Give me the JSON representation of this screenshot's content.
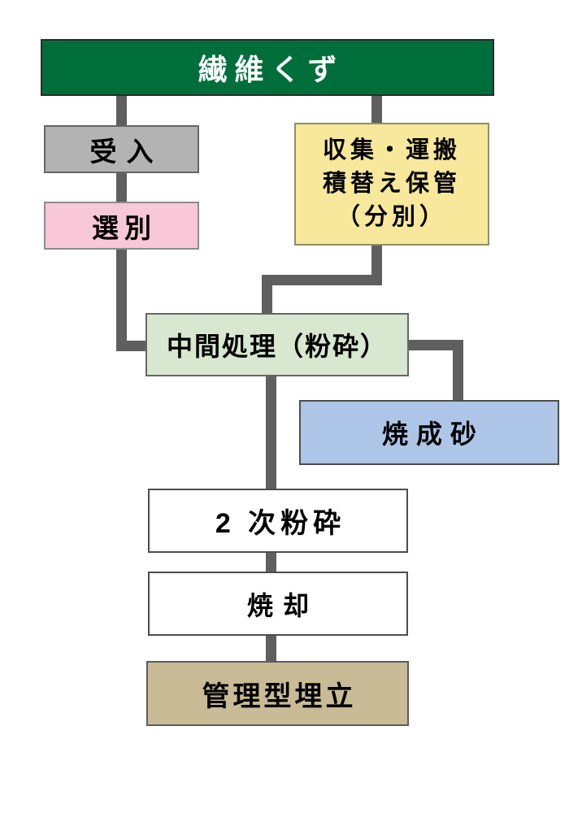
{
  "diagram": {
    "connector_color": "#5f5f5f",
    "nodes": {
      "fiber_waste": {
        "label": "繊維くず",
        "bg": "#006e3a",
        "text_color": "#ffffff"
      },
      "receiving": {
        "label": "受入",
        "bg": "#b3b3b3",
        "text_color": "#000000"
      },
      "sorting": {
        "label": "選別",
        "bg": "#f8c8d8",
        "text_color": "#000000"
      },
      "collection": {
        "lines": {
          "0": "収集・運搬",
          "1": "積替え保管",
          "2": "（分別）"
        },
        "bg": "#f7e89b",
        "text_color": "#000000"
      },
      "intermediate": {
        "label": "中間処理（粉砕）",
        "bg": "#d8e8d0",
        "text_color": "#000000"
      },
      "fired_sand": {
        "label": "焼成砂",
        "bg": "#adc6e8",
        "text_color": "#000000"
      },
      "secondary_crushing": {
        "label": "2 次粉砕",
        "bg": "#ffffff",
        "text_color": "#000000"
      },
      "incineration": {
        "label": "焼却",
        "bg": "#ffffff",
        "text_color": "#000000"
      },
      "controlled_landfill": {
        "label": "管理型埋立",
        "bg": "#c9bb95",
        "text_color": "#000000"
      }
    },
    "edges": [
      {
        "from": "fiber_waste",
        "to": "receiving"
      },
      {
        "from": "receiving",
        "to": "sorting"
      },
      {
        "from": "sorting",
        "to": "intermediate"
      },
      {
        "from": "fiber_waste",
        "to": "collection"
      },
      {
        "from": "collection",
        "to": "intermediate"
      },
      {
        "from": "intermediate",
        "to": "fired_sand"
      },
      {
        "from": "intermediate",
        "to": "secondary_crushing"
      },
      {
        "from": "secondary_crushing",
        "to": "incineration"
      },
      {
        "from": "incineration",
        "to": "controlled_landfill"
      }
    ]
  }
}
